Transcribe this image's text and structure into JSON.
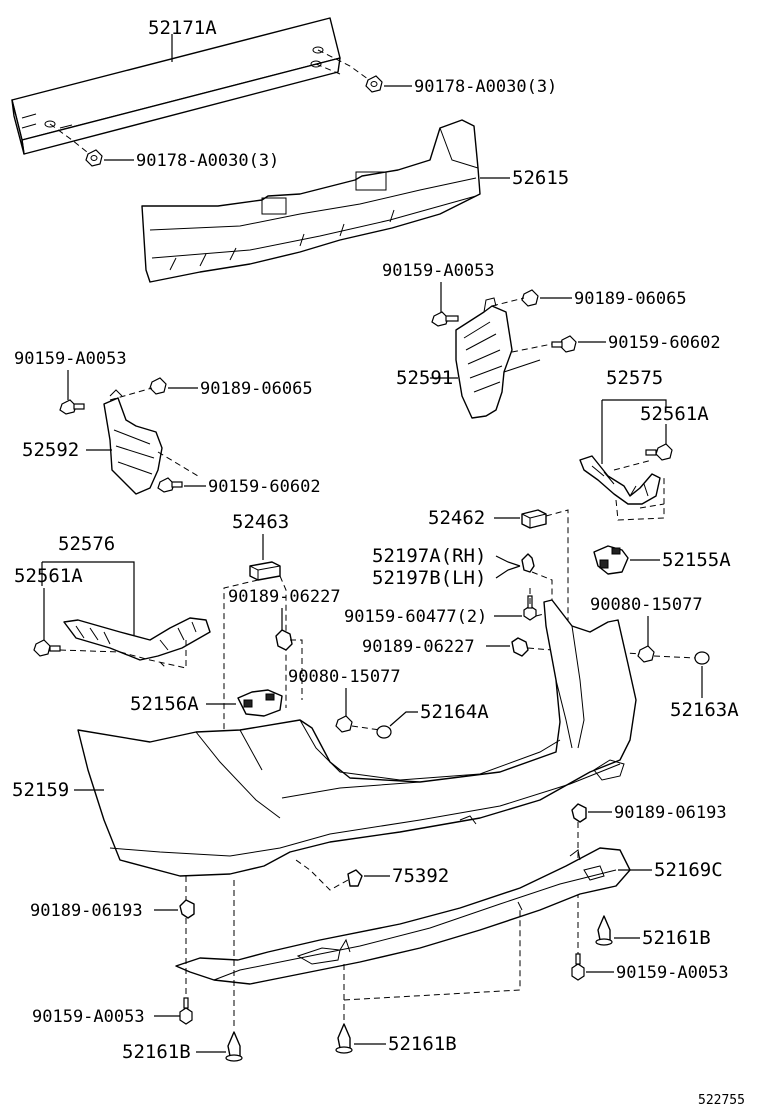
{
  "labels": {
    "reinforcement": "52171A",
    "nut_top": "90178-A0030(3)",
    "nut_left": "90178-A0030(3)",
    "absorber": "52615",
    "bolt_rh_upper": "90159-A0053",
    "nut_rh_upper": "90189-06065",
    "bolt_rh_lower": "90159-60602",
    "retainer_rh": "52591",
    "bolt_lh_upper": "90159-A0053",
    "nut_lh_upper": "90189-06065",
    "retainer_lh": "52592",
    "bolt_lh_lower": "90159-60602",
    "side_retainer_rh": "52575",
    "side_support_rh": "52561A",
    "side_retainer_lh": "52576",
    "side_support_lh": "52561A",
    "pad_left": "52463",
    "pad_right": "52462",
    "clip_rh": "52197A(RH)",
    "clip_lh": "52197B(LH)",
    "bolt_mid": "90159-60477(2)",
    "nut_left_mid": "90189-06227",
    "nut_right_mid": "90189-06227",
    "grommet_left": "90080-15077",
    "grommet_right": "90080-15077",
    "stay_right": "52155A",
    "stay_left": "52156A",
    "cap_left": "52164A",
    "cap_right": "52163A",
    "bumper_cover": "52159",
    "nut_right_lower": "90189-06193",
    "lower_cover": "52169C",
    "clip_center": "75392",
    "nut_left_lower": "90189-06193",
    "rivet_right": "52161B",
    "bolt_right_lower": "90159-A0053",
    "bolt_left_lower": "90159-A0053",
    "rivet_left": "52161B",
    "rivet_center": "52161B",
    "figure_number": "522755"
  }
}
